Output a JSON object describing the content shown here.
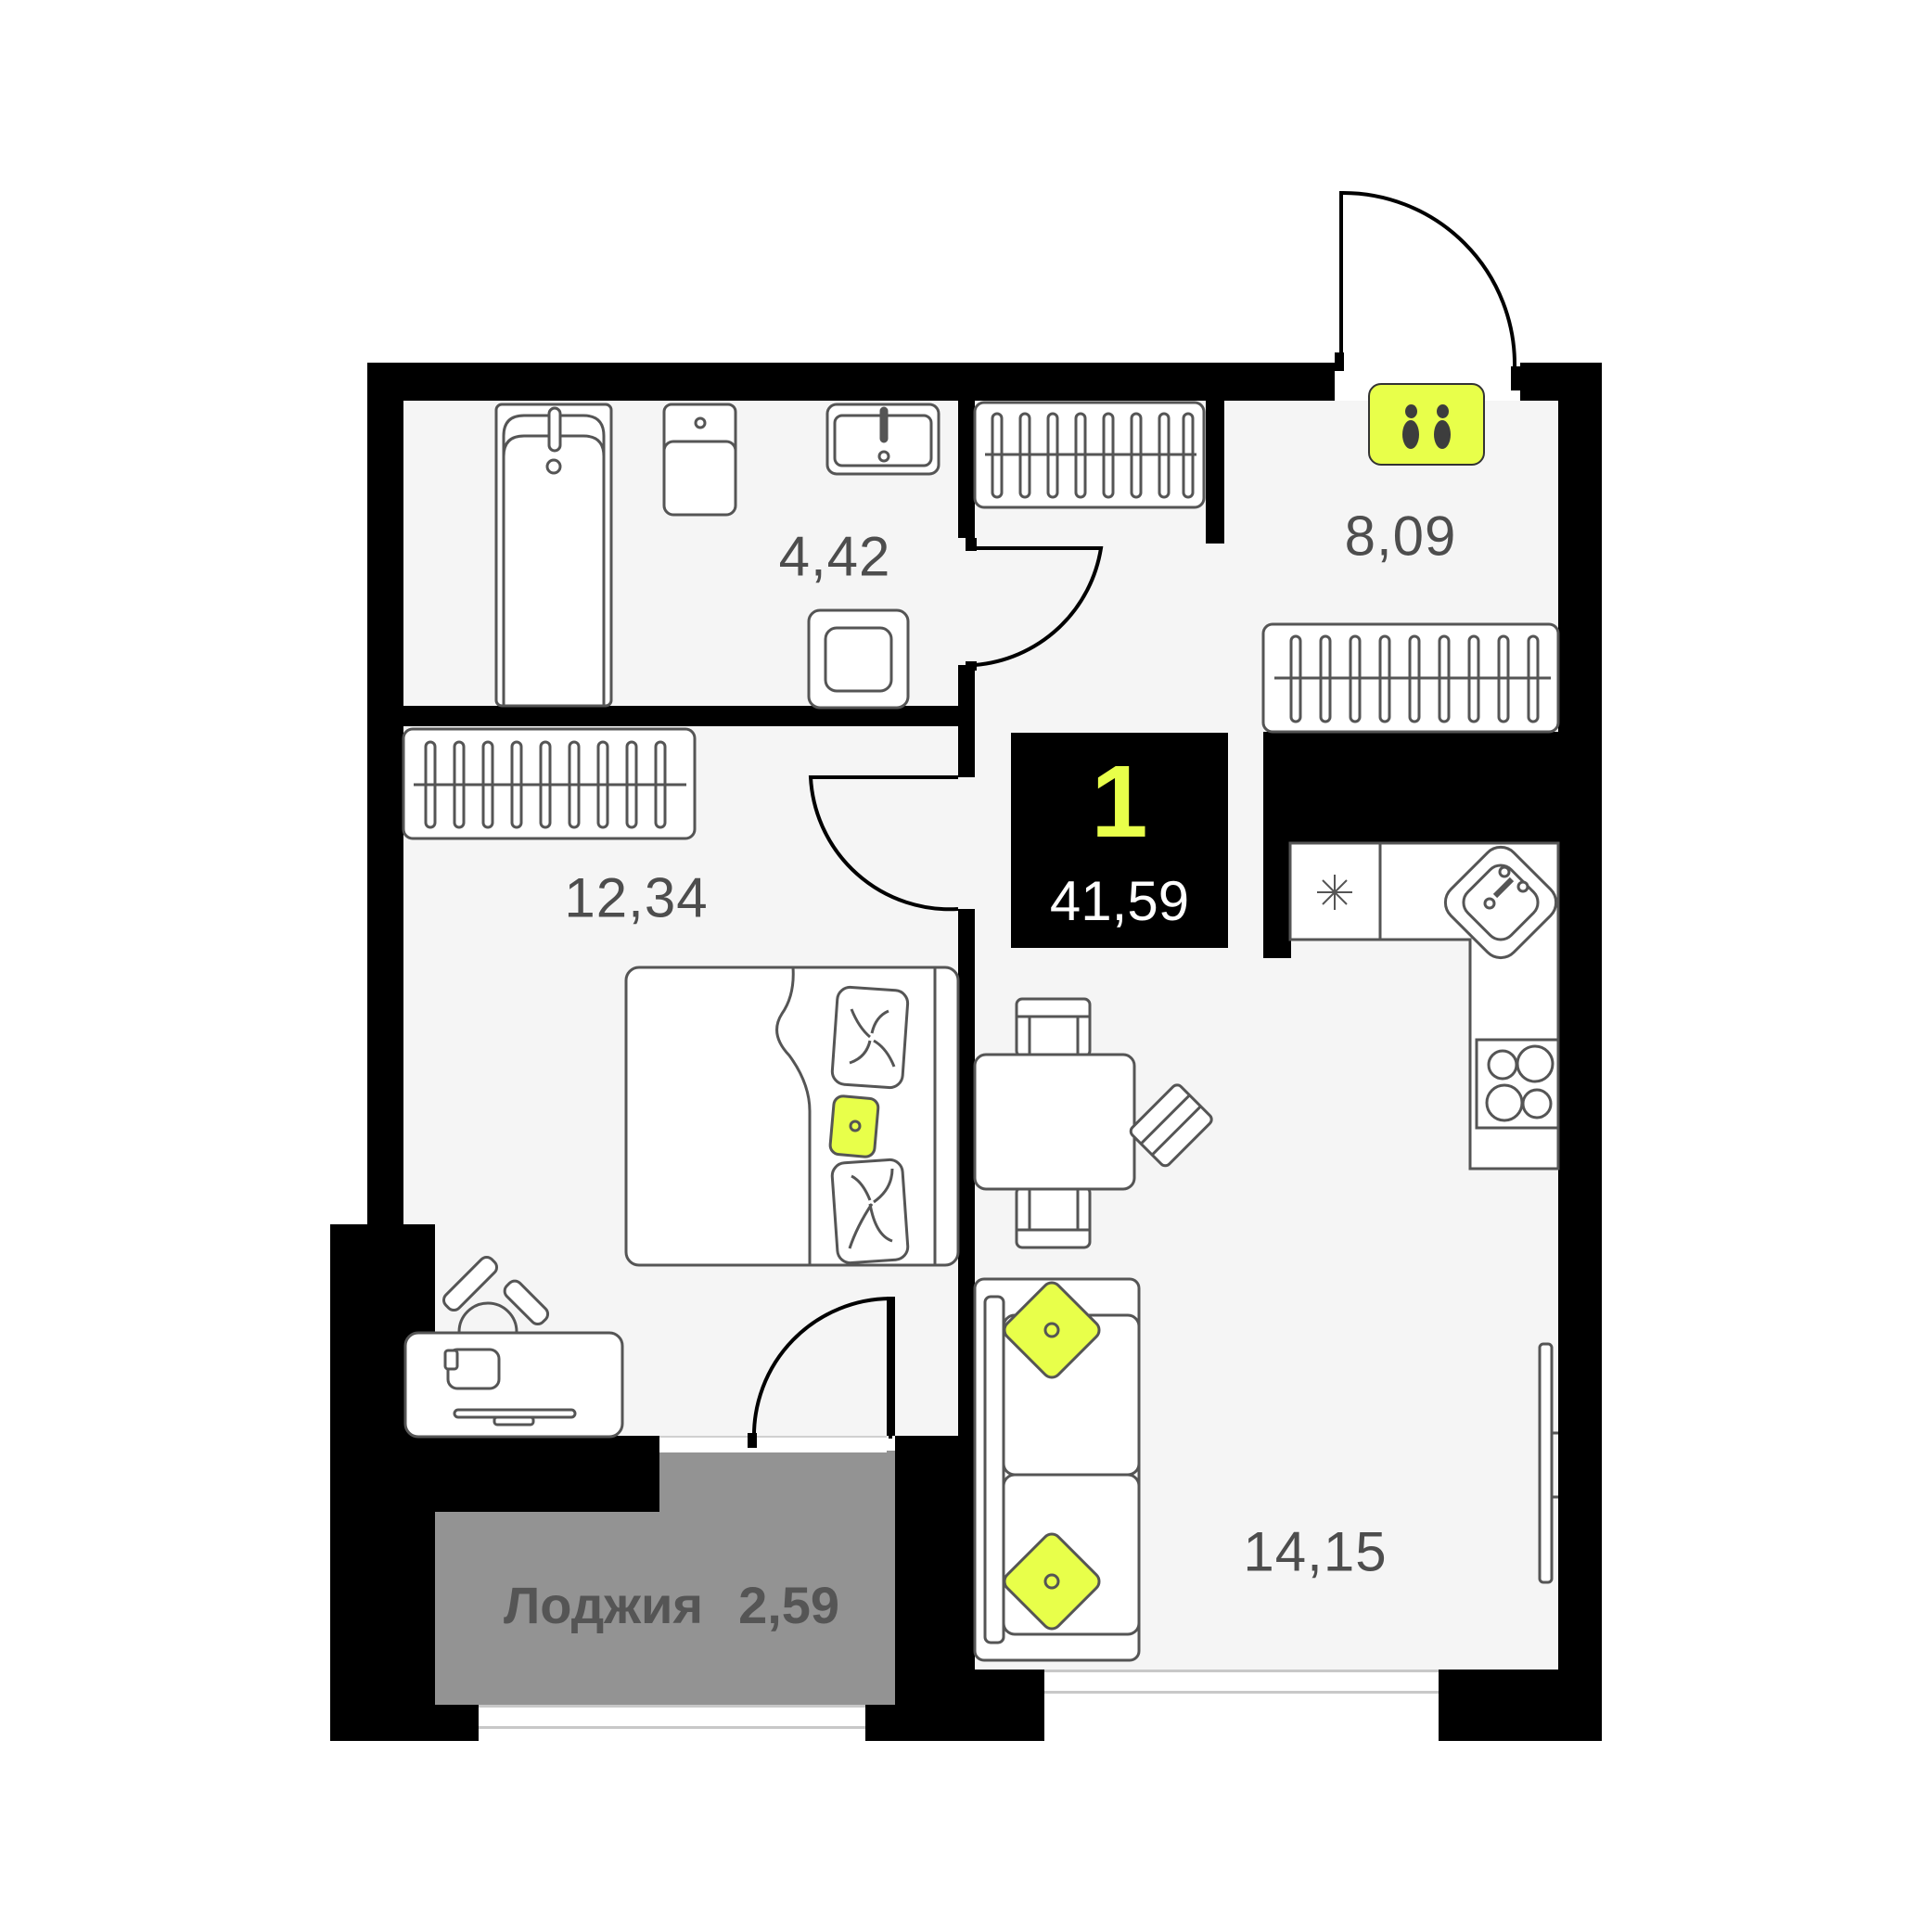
{
  "plan": {
    "rooms_count": "1",
    "total_area": "41,59",
    "colors": {
      "wall": "#000000",
      "floor": "#f5f5f5",
      "accent": "#e8ff4a",
      "text": "#4d4d4d",
      "loggia": "#939393",
      "furniture_line": "#555555"
    }
  },
  "rooms": [
    {
      "id": "bathroom",
      "area": "4,42"
    },
    {
      "id": "hallway",
      "area": "8,09"
    },
    {
      "id": "bedroom",
      "area": "12,34"
    },
    {
      "id": "living-kitchen",
      "area": "14,15"
    },
    {
      "id": "loggia",
      "label": "Лоджия",
      "area": "2,59"
    }
  ],
  "icons": [
    "shoes-icon",
    "bathtub-icon",
    "toilet-icon",
    "sink-icon",
    "washbasin-icon",
    "wardrobe-icon",
    "bed-icon",
    "pillow-icon",
    "desk-icon",
    "chair-icon",
    "dining-table-icon",
    "sofa-icon",
    "fridge-icon",
    "kitchen-sink-icon",
    "stove-icon",
    "tv-icon",
    "door-swing-icon"
  ]
}
